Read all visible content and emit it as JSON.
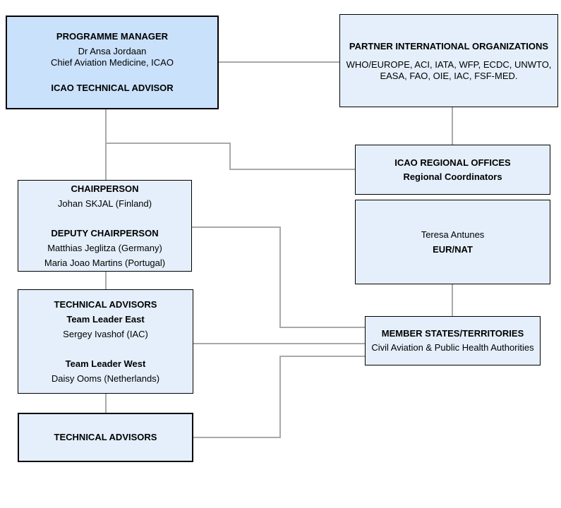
{
  "colors": {
    "box_fill_primary": "#c9e1fb",
    "box_fill": "#e4effb",
    "box_border": "#000000",
    "connector": "#a9a9a9"
  },
  "boxes": {
    "programme_manager": {
      "title": "PROGRAMME MANAGER",
      "person": "Dr Ansa Jordaan",
      "role": "Chief Aviation Medicine, ICAO",
      "subtitle": "ICAO TECHNICAL ADVISOR"
    },
    "partner_organizations": {
      "title": "PARTNER INTERNATIONAL ORGANIZATIONS",
      "body": "WHO/EUROPE, ACI, IATA, WFP, ECDC, UNWTO, EASA, FAO, OIE, IAC, FSF-MED."
    },
    "regional_offices": {
      "title": "ICAO REGIONAL OFFICES",
      "subtitle": "Regional Coordinators"
    },
    "eurnat": {
      "person": "Teresa Antunes",
      "office": "EUR/NAT"
    },
    "chairperson": {
      "title": "CHAIRPERSON",
      "person": "Johan SKJAL (Finland)",
      "deputy_title": "DEPUTY CHAIRPERSON",
      "deputy1": "Matthias Jeglitza (Germany)",
      "deputy2": "Maria Joao Martins (Portugal)"
    },
    "technical_advisors": {
      "title": "TECHNICAL ADVISORS",
      "east_title": "Team Leader East",
      "east_person": "Sergey Ivashof (IAC)",
      "west_title": "Team Leader West",
      "west_person": "Daisy Ooms (Netherlands)"
    },
    "technical_advisors_2": {
      "title": "TECHNICAL ADVISORS"
    },
    "member_states": {
      "title": "MEMBER STATES/TERRITORIES",
      "subtitle": "Civil Aviation & Public Health Authorities"
    }
  }
}
